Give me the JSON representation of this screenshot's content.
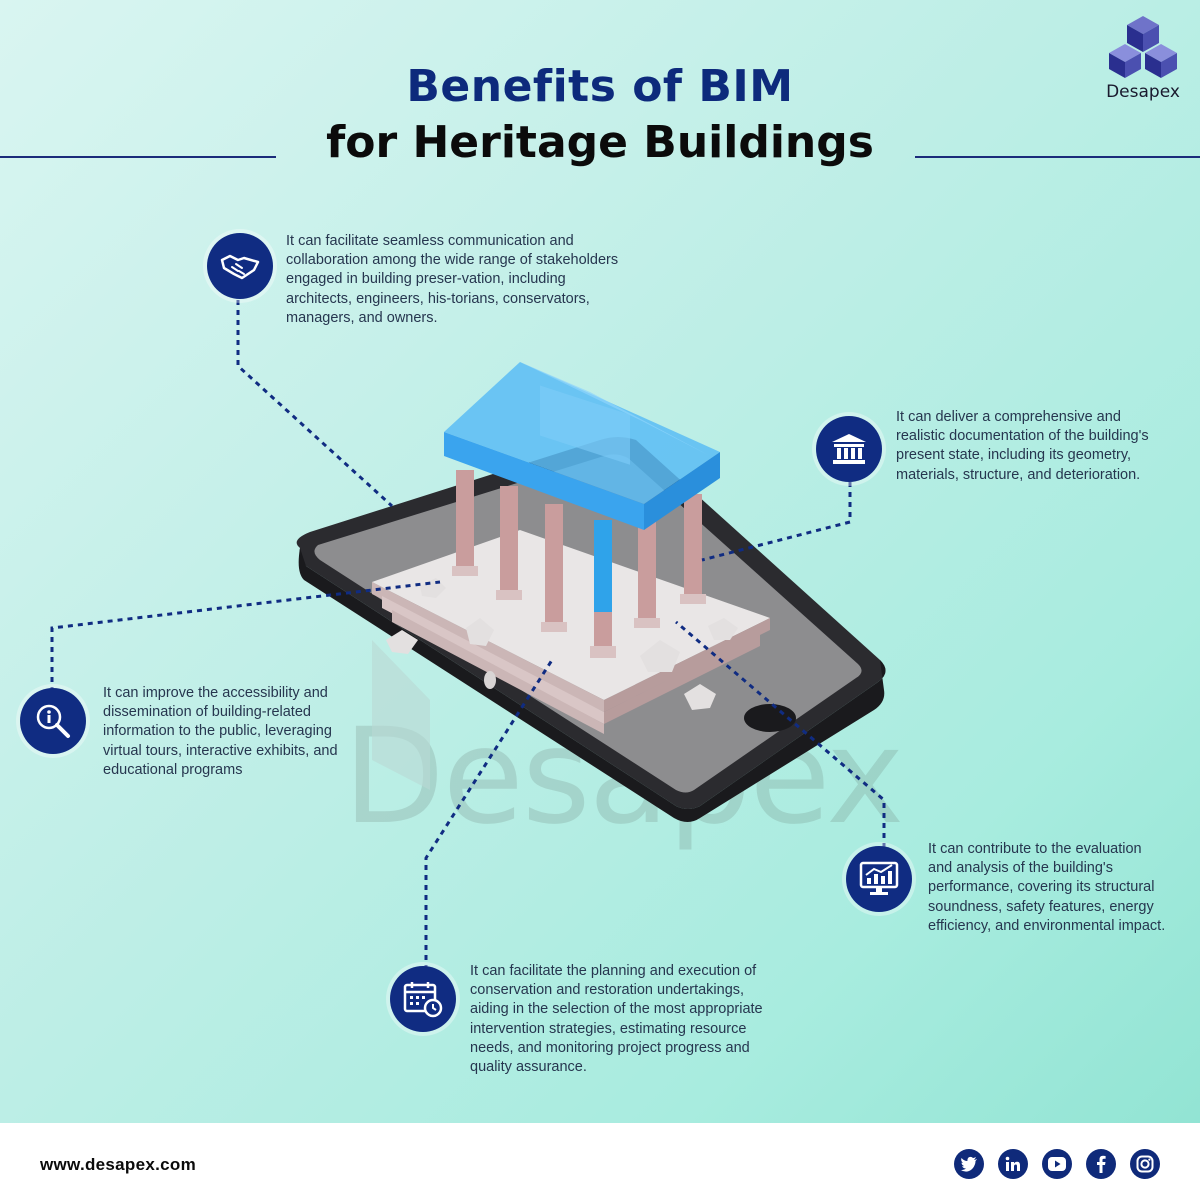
{
  "brand": {
    "name": "Desapex",
    "color": "#102c82"
  },
  "title": {
    "line1": "Benefits of BIM",
    "line2": "for Heritage Buildings"
  },
  "benefits": [
    {
      "icon": "handshake-icon",
      "text": "It can facilitate seamless communication and collaboration among the wide range of stakeholders engaged in building preser-vation, including architects, engineers, his-torians, conservators, managers, and owners."
    },
    {
      "icon": "museum-building-icon",
      "text": "It can deliver a comprehensive and realistic documentation of the building's present state, including its geometry, materials, structure, and deterioration."
    },
    {
      "icon": "info-search-icon",
      "text": "It can improve the accessibility and dissemination of building-related information to the public, leveraging virtual tours, interactive exhibits, and educational programs"
    },
    {
      "icon": "analytics-monitor-icon",
      "text": "It can contribute to the evaluation and analysis of the building's performance, covering its structural soundness, safety features, energy efficiency, and environmental impact."
    },
    {
      "icon": "calendar-clock-icon",
      "text": "It can facilitate the planning and execution of conservation and restoration undertakings, aiding in the selection of the most appropriate intervention strategies, estimating resource needs, and monitoring project progress and quality assurance."
    }
  ],
  "watermark": "Desapex",
  "footer": {
    "website": "www.desapex.com",
    "social": [
      "twitter-icon",
      "linkedin-icon",
      "youtube-icon",
      "facebook-icon",
      "instagram-icon"
    ]
  }
}
